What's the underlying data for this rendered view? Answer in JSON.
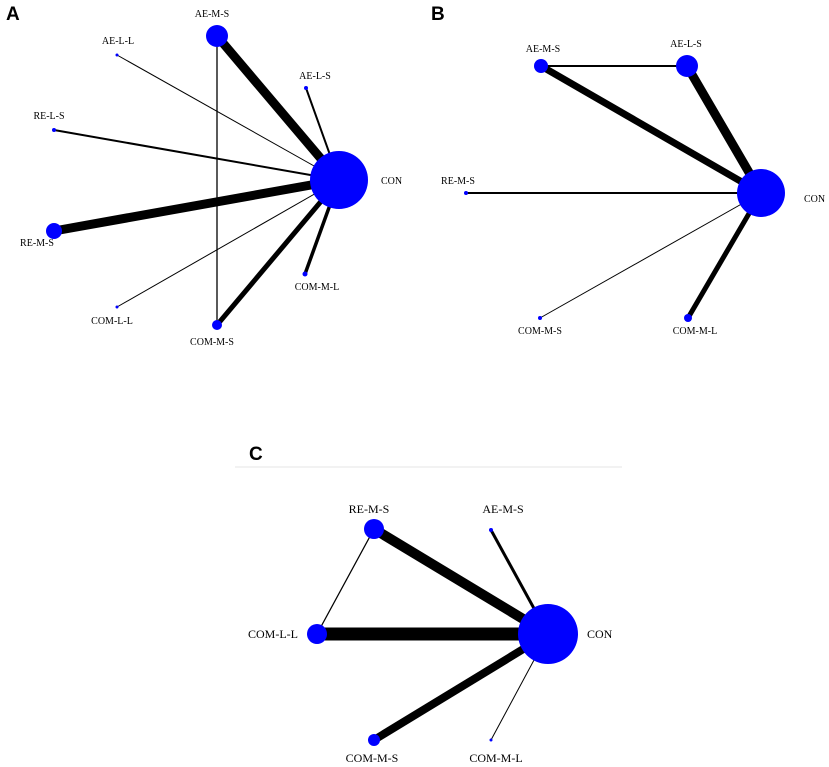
{
  "colors": {
    "node": "#0000ff",
    "edge": "#000000"
  },
  "panels": [
    {
      "letter": "A",
      "nodes": [
        {
          "id": "AE-M-S",
          "label": "AE-M-S"
        },
        {
          "id": "AE-L-L",
          "label": "AE-L-L"
        },
        {
          "id": "AE-L-S",
          "label": "AE-L-S"
        },
        {
          "id": "RE-L-S",
          "label": "RE-L-S"
        },
        {
          "id": "CON",
          "label": "CON"
        },
        {
          "id": "RE-M-S",
          "label": "RE-M-S"
        },
        {
          "id": "COM-M-L",
          "label": "COM-M-L"
        },
        {
          "id": "COM-L-L",
          "label": "COM-L-L"
        },
        {
          "id": "COM-M-S",
          "label": "COM-M-S"
        }
      ],
      "edges": [
        {
          "from": "AE-M-S",
          "to": "CON"
        },
        {
          "from": "AE-M-S",
          "to": "COM-M-S"
        },
        {
          "from": "AE-L-L",
          "to": "CON"
        },
        {
          "from": "AE-L-S",
          "to": "CON"
        },
        {
          "from": "RE-L-S",
          "to": "CON"
        },
        {
          "from": "RE-M-S",
          "to": "CON"
        },
        {
          "from": "COM-M-L",
          "to": "CON"
        },
        {
          "from": "COM-L-L",
          "to": "CON"
        },
        {
          "from": "COM-M-S",
          "to": "CON"
        }
      ]
    },
    {
      "letter": "B",
      "nodes": [
        {
          "id": "AE-M-S",
          "label": "AE-M-S"
        },
        {
          "id": "AE-L-S",
          "label": "AE-L-S"
        },
        {
          "id": "RE-M-S",
          "label": "RE-M-S"
        },
        {
          "id": "CON",
          "label": "CON"
        },
        {
          "id": "COM-M-S",
          "label": "COM-M-S"
        },
        {
          "id": "COM-M-L",
          "label": "COM-M-L"
        }
      ],
      "edges": [
        {
          "from": "AE-M-S",
          "to": "AE-L-S"
        },
        {
          "from": "AE-M-S",
          "to": "CON"
        },
        {
          "from": "AE-L-S",
          "to": "CON"
        },
        {
          "from": "RE-M-S",
          "to": "CON"
        },
        {
          "from": "COM-M-S",
          "to": "CON"
        },
        {
          "from": "COM-M-L",
          "to": "CON"
        }
      ]
    },
    {
      "letter": "C",
      "nodes": [
        {
          "id": "RE-M-S",
          "label": "RE-M-S"
        },
        {
          "id": "AE-M-S",
          "label": "AE-M-S"
        },
        {
          "id": "COM-L-L",
          "label": "COM-L-L"
        },
        {
          "id": "CON",
          "label": "CON"
        },
        {
          "id": "COM-M-S",
          "label": "COM-M-S"
        },
        {
          "id": "COM-M-L",
          "label": "COM-M-L"
        }
      ],
      "edges": [
        {
          "from": "RE-M-S",
          "to": "COM-L-L"
        },
        {
          "from": "RE-M-S",
          "to": "CON"
        },
        {
          "from": "AE-M-S",
          "to": "CON"
        },
        {
          "from": "COM-L-L",
          "to": "CON"
        },
        {
          "from": "COM-M-S",
          "to": "CON"
        },
        {
          "from": "COM-M-L",
          "to": "CON"
        }
      ]
    }
  ]
}
